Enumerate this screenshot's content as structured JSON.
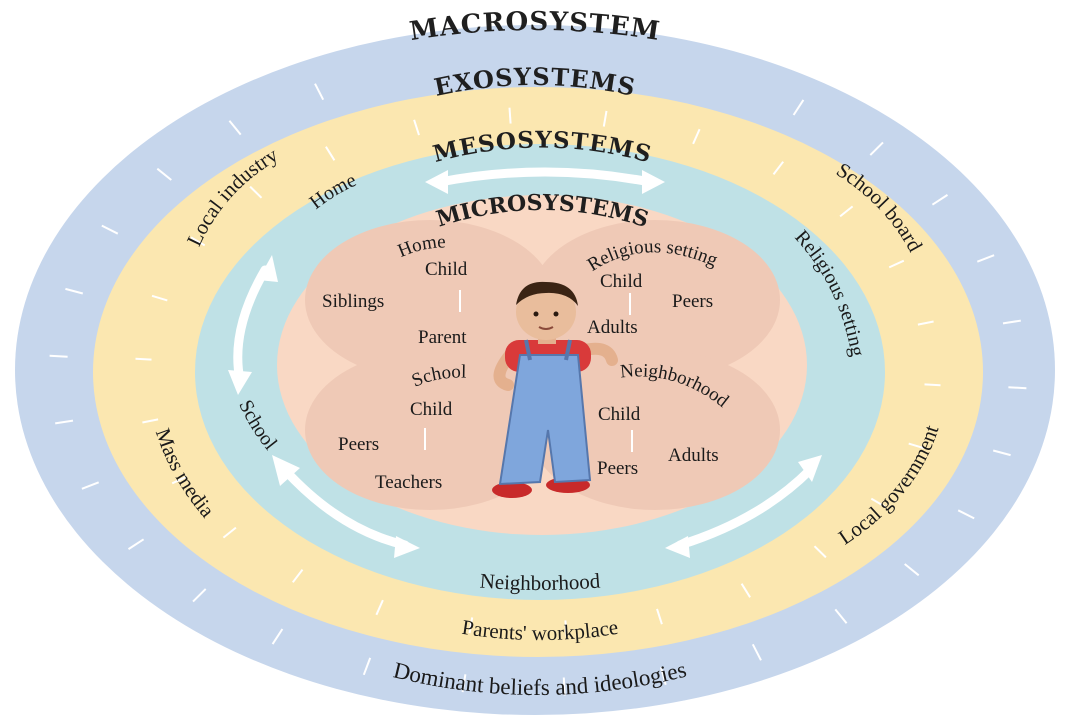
{
  "titles": {
    "macro": "MACROSYSTEM",
    "exo": "EXOSYSTEMS",
    "meso": "MESOSYSTEMS",
    "micro": "MICROSYSTEMS"
  },
  "exosystem": {
    "local_industry": "Local industry",
    "school_board": "School board",
    "mass_media": "Mass media",
    "local_government": "Local government",
    "parents_workplace": "Parents' workplace"
  },
  "macrosystem": {
    "beliefs": "Dominant beliefs and ideologies"
  },
  "mesosystem": {
    "home": "Home",
    "religious_setting": "Religious setting",
    "school": "School",
    "neighborhood": "Neighborhood"
  },
  "microsystems": {
    "home": {
      "title": "Home",
      "child": "Child",
      "siblings": "Siblings",
      "parent": "Parent"
    },
    "religious": {
      "title": "Religious setting",
      "child": "Child",
      "peers": "Peers",
      "adults": "Adults"
    },
    "school": {
      "title": "School",
      "child": "Child",
      "peers": "Peers",
      "teachers": "Teachers"
    },
    "neighborhood": {
      "title": "Neighborhood",
      "child": "Child",
      "adults": "Adults",
      "peers": "Peers"
    }
  },
  "colors": {
    "macro": "#c6d6ec",
    "exo": "#fbe7b0",
    "meso": "#bfe1e6",
    "micro": "#f9d8c4",
    "lobe": "#efc9b6"
  }
}
